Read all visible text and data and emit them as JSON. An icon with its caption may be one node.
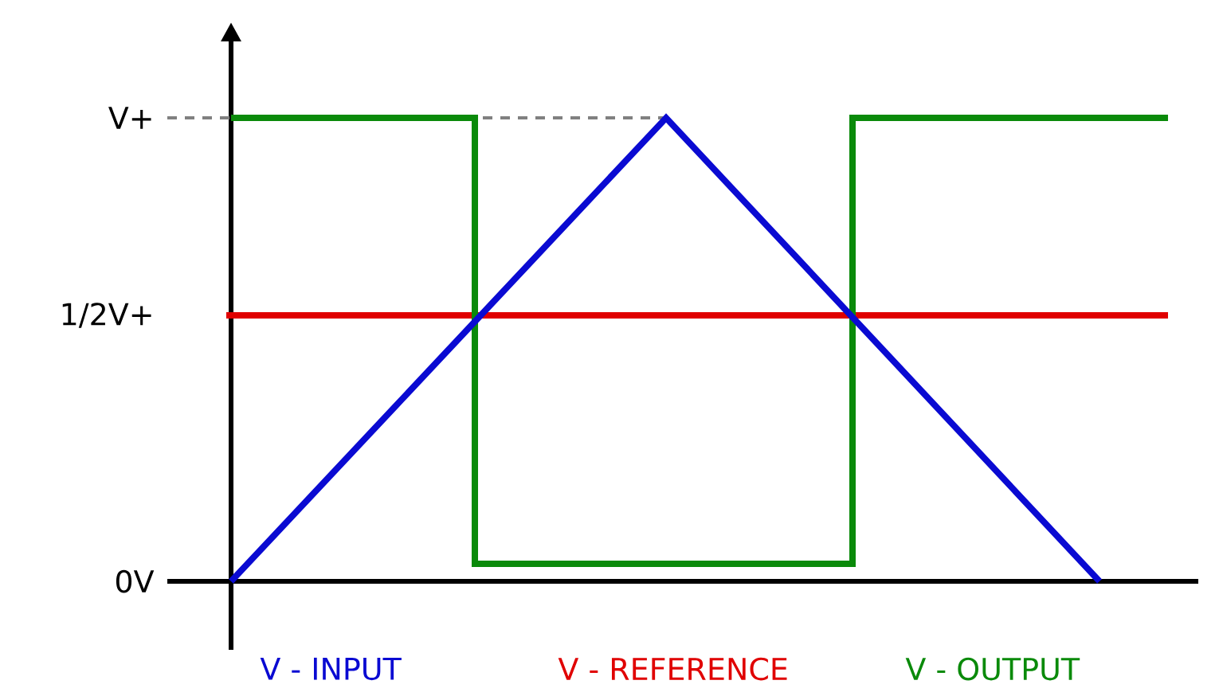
{
  "diagram": {
    "labels": [
      "V+",
      "1/2V+",
      "0V"
    ],
    "legend": [
      {
        "text": "V - INPUT",
        "color": "#0a0ad2"
      },
      {
        "text": "V - REFERENCE",
        "color": "#e00000"
      },
      {
        "text": "V - OUTPUT",
        "color": "#0a8a0a"
      }
    ]
  }
}
